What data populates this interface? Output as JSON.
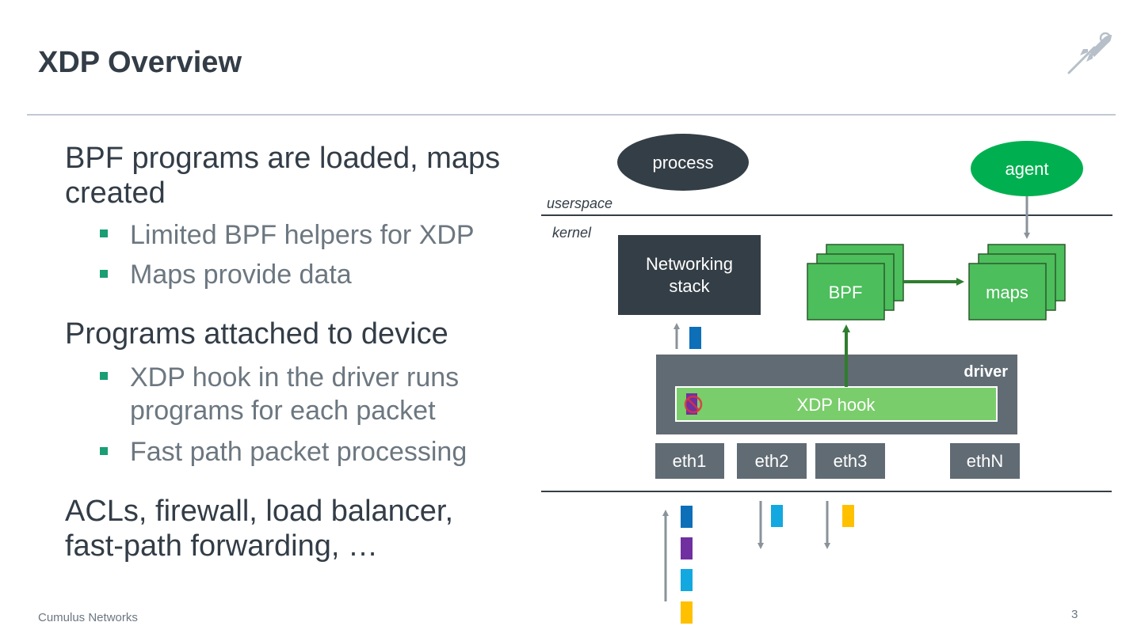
{
  "title": "XDP Overview",
  "footer": "Cumulus Networks",
  "page_number": "3",
  "bullets": [
    {
      "text": "BPF programs are loaded, maps created",
      "sub": [
        "Limited BPF helpers for XDP",
        "Maps provide data"
      ]
    },
    {
      "text": "Programs attached to device",
      "sub": [
        "XDP hook in the driver runs programs for each packet",
        "Fast path packet processing"
      ]
    },
    {
      "text": "ACLs, firewall, load balancer, fast-path forwarding, …",
      "sub": []
    }
  ],
  "diagram": {
    "process": "process",
    "agent": "agent",
    "userspace": "userspace",
    "kernel": "kernel",
    "networking_stack": [
      "Networking",
      "stack"
    ],
    "bpf": "BPF",
    "maps": "maps",
    "driver": "driver",
    "xdp_hook": "XDP hook",
    "interfaces": [
      "eth1",
      "eth2",
      "eth3",
      "ethN"
    ]
  },
  "colors": {
    "text_dark": "#333d47",
    "text_gray": "#6c7780",
    "bullet_green": "#1a9e74",
    "dark_box": "#343e46",
    "driver_gray": "#616b74",
    "bpf_green": "#4cbe5c",
    "xdp_green": "#7acd6b",
    "agent_green": "#00b050",
    "arrow_green": "#2f7d2f",
    "arrow_gray": "#8a939b",
    "packet_blue": "#0d6fb8",
    "packet_purple": "#7030a0",
    "packet_cyan": "#14a8e0",
    "packet_yellow": "#ffc000",
    "drop_red": "#e0303c"
  },
  "icons": {
    "logo": "rocket-logo-icon",
    "drop": "drop-circle-icon"
  }
}
